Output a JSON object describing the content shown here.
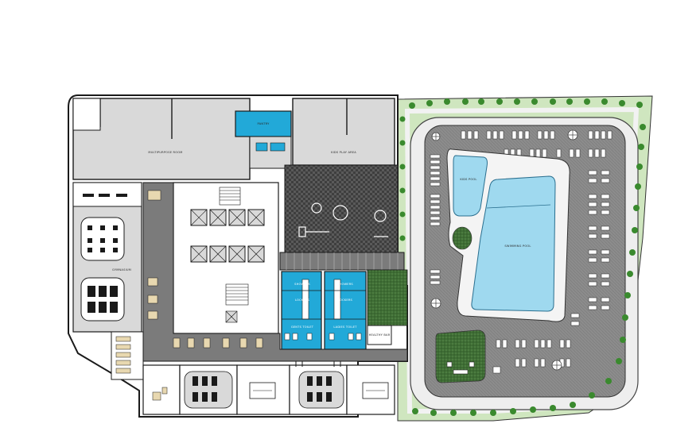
{
  "labels": {
    "pantry": "PANTRY",
    "multipurpose_room": "MULTIPURPOSE ROOM",
    "kids_play_area": "KIDS PLAY AREA",
    "gymnasium": "GYMNASIUM",
    "showers_gents": "SHOWERS",
    "showers_ladies": "SHOWERS",
    "lockers_gents": "LOCKERS",
    "lockers_ladies": "LOCKERS",
    "gents_toilet": "GENTS TOILET",
    "ladies_toilet": "LADIES TOILET",
    "health_bar": "HEALTHY BAR",
    "kids_pool": "KIDS POOL",
    "swimming_pool": "SWIMMING POOL"
  },
  "colors": {
    "floor_grey": "#d9d9d9",
    "corridor_grey": "#7b7b7b",
    "dark_grey": "#4a4a4a",
    "wall": "#1a1a1a",
    "pool_blue": "#9fd9ef",
    "wet_area_blue": "#22a9d8",
    "lawn_green": "#3f6e35",
    "landscape_green": "#cfe6bf",
    "tree_green": "#3a8a2e",
    "deck_grey": "#8a8a8a"
  }
}
